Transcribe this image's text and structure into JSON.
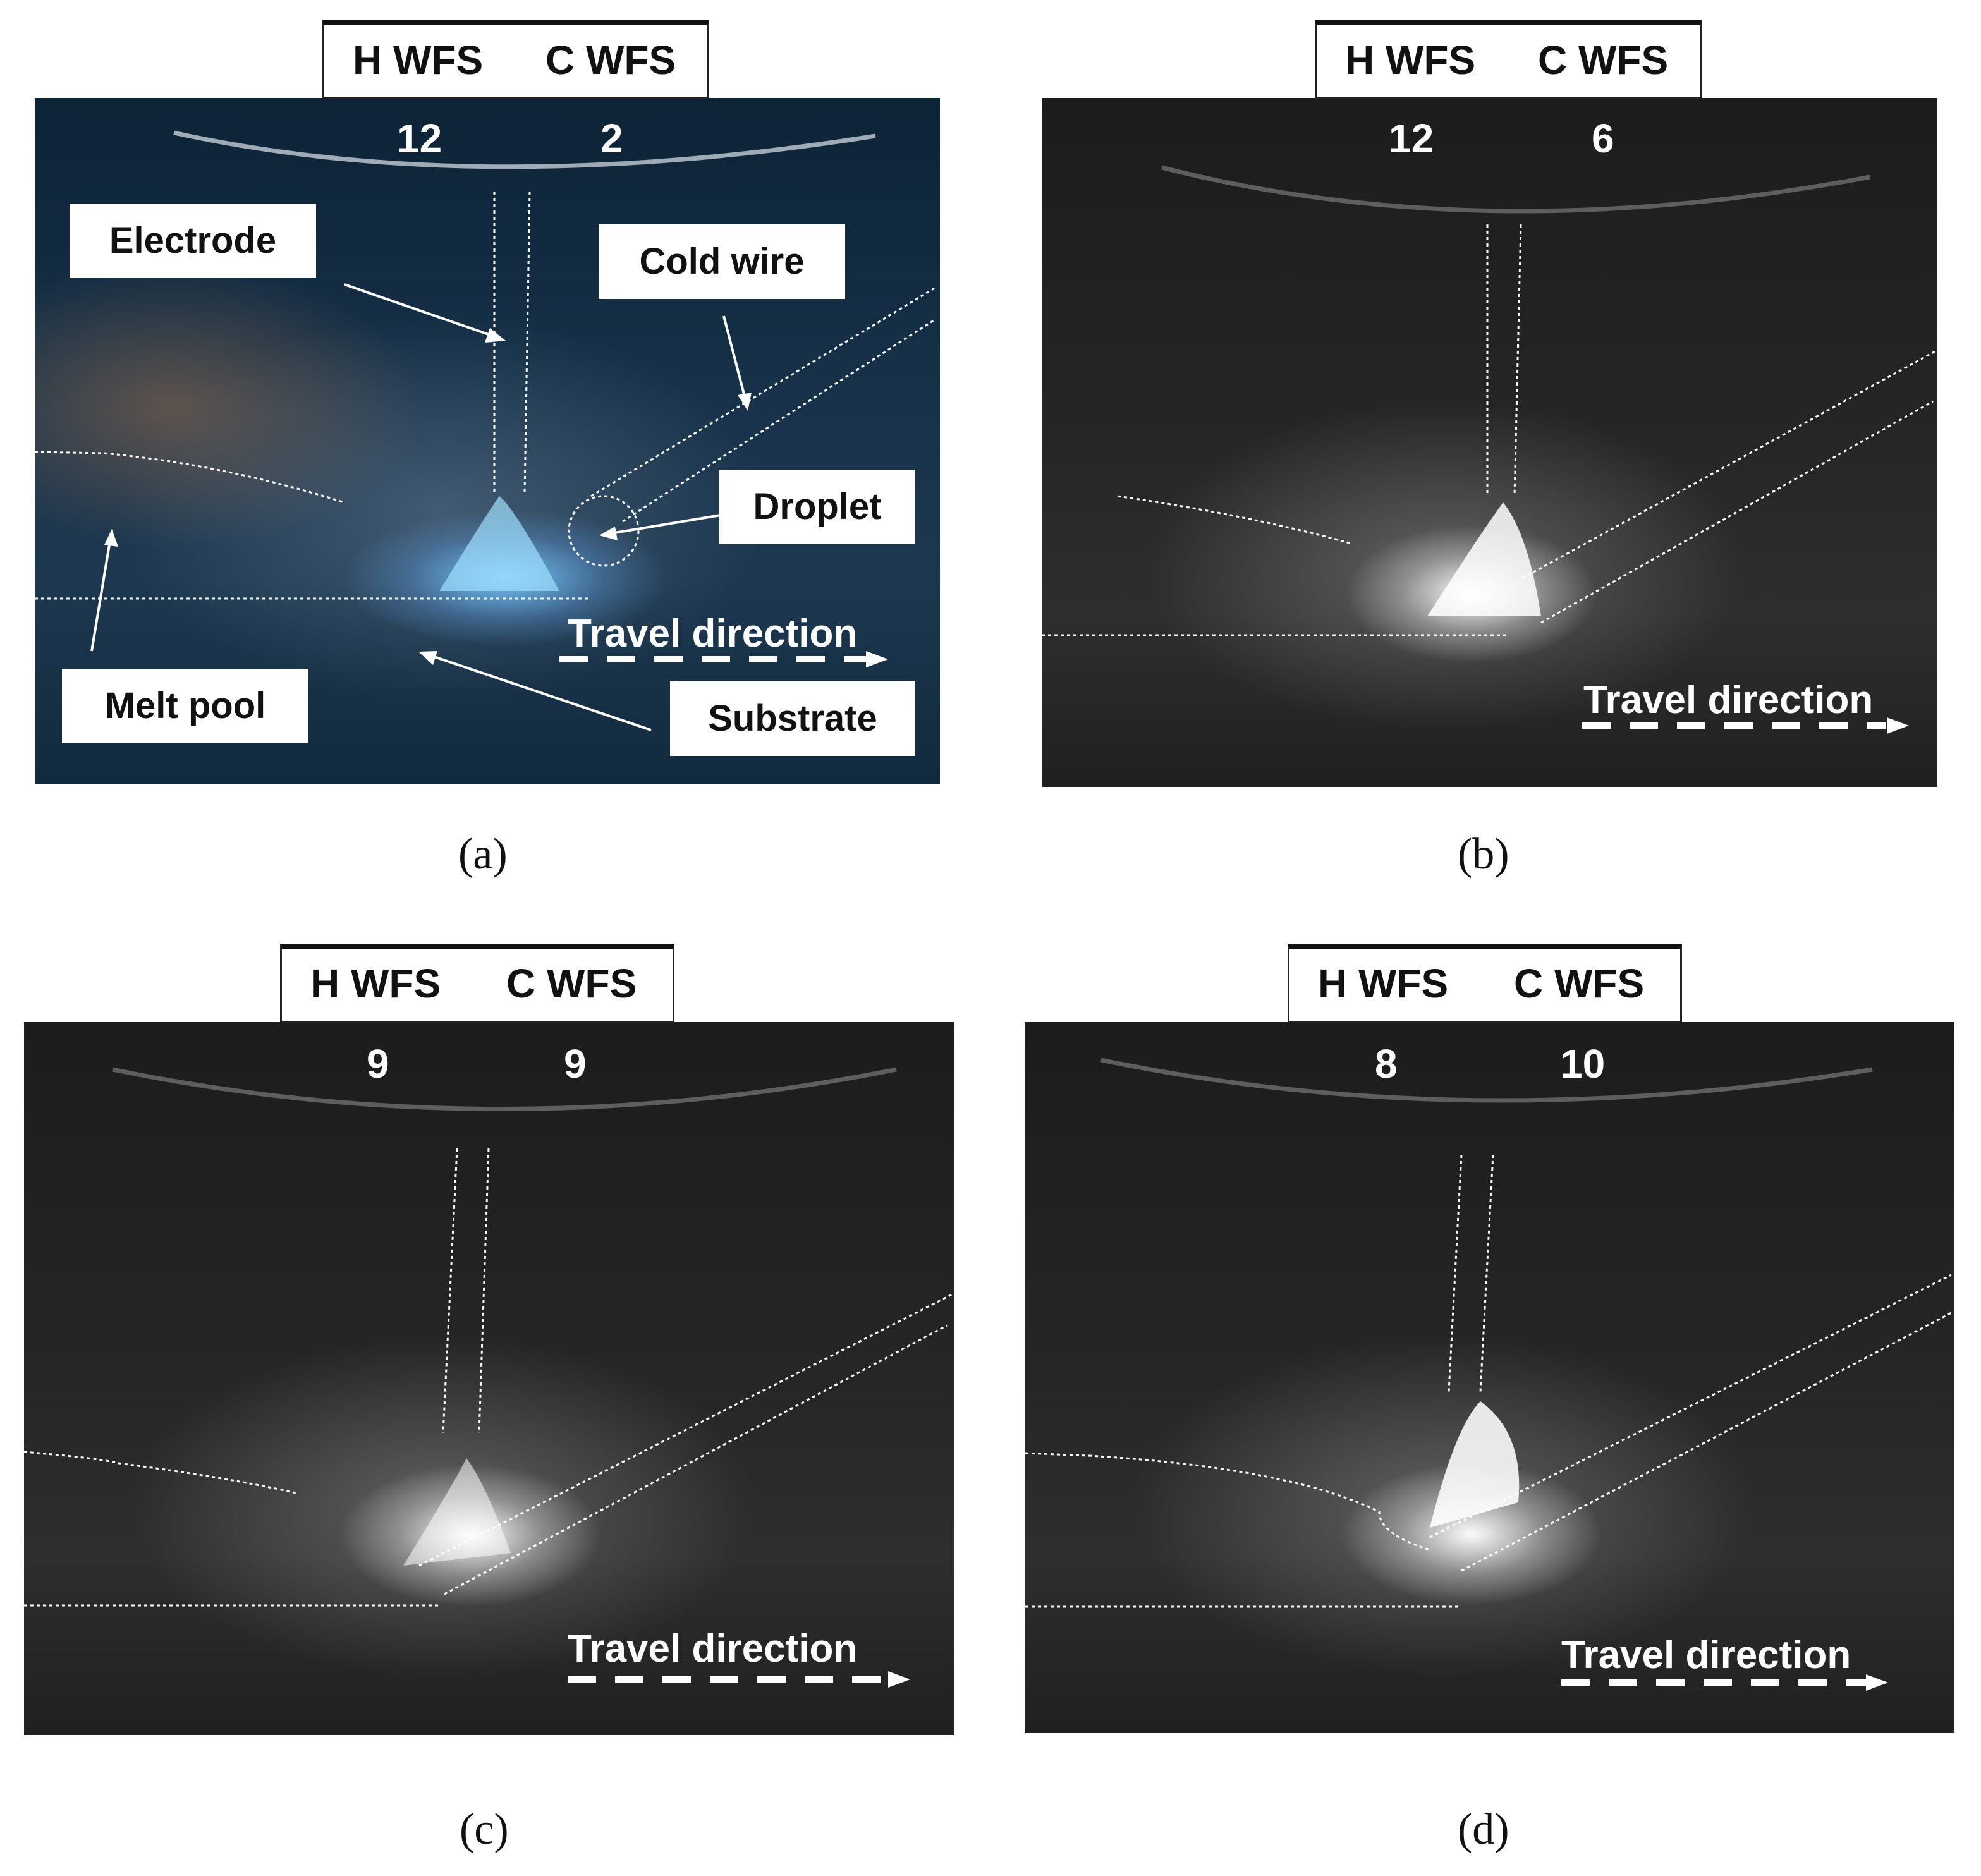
{
  "header": {
    "h_label": "H WFS",
    "c_label": "C WFS"
  },
  "panels": [
    {
      "id": "a",
      "h_value": "12",
      "c_value": "2",
      "caption": "(a)"
    },
    {
      "id": "b",
      "h_value": "12",
      "c_value": "6",
      "caption": "(b)"
    },
    {
      "id": "c",
      "h_value": "9",
      "c_value": "9",
      "caption": "(c)"
    },
    {
      "id": "d",
      "h_value": "8",
      "c_value": "10",
      "caption": "(d)"
    }
  ],
  "annotations": {
    "electrode": "Electrode",
    "cold_wire": "Cold wire",
    "droplet": "Droplet",
    "melt_pool": "Melt pool",
    "substrate": "Substrate"
  },
  "travel_direction": "Travel direction"
}
